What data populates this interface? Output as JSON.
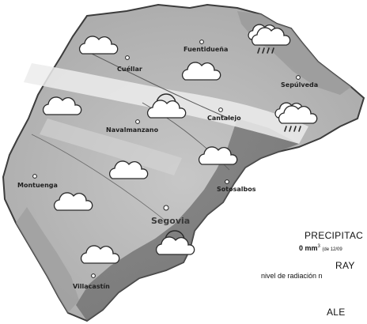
{
  "towns": {
    "cuellar": "Cuéllar",
    "fuentiduena": "Fuentidueña",
    "sepulveda": "Sepúlveda",
    "navalmanzano": "Navalmanzano",
    "cantalejo": "Cantalejo",
    "montuenga": "Montuenga",
    "sotosalbos": "Sotosalbos",
    "segovia": "Segovia",
    "villacastin": "Villacastín"
  },
  "weather": [
    {
      "id": "w-cuellar",
      "icon": "cloudy-icon"
    },
    {
      "id": "w-fuentiduena",
      "icon": "cloudy-icon"
    },
    {
      "id": "w-sepulveda-rain",
      "icon": "rain-cloud-icon"
    },
    {
      "id": "w-nw",
      "icon": "cloudy-icon"
    },
    {
      "id": "w-central",
      "icon": "partly-cloudy-icon"
    },
    {
      "id": "w-east-rain",
      "icon": "rain-cloud-icon"
    },
    {
      "id": "w-sotosalbos",
      "icon": "cloudy-icon"
    },
    {
      "id": "w-center",
      "icon": "cloudy-icon"
    },
    {
      "id": "w-montuenga",
      "icon": "cloudy-icon"
    },
    {
      "id": "w-villacastin",
      "icon": "cloudy-icon"
    },
    {
      "id": "w-south",
      "icon": "partly-cloudy-icon"
    }
  ],
  "legend": {
    "precip_title": "PRECIPITAC",
    "precip_value": "0 mm",
    "precip_sup": "3",
    "precip_note": "(de 12/09",
    "ray_title": "RAY",
    "ray_sub": "nivel de radiación n",
    "ale_title": "ALE"
  },
  "colors": {
    "map_fill": "#bcbcbc",
    "terrain_dark": "#8a8a8a",
    "border": "#3c3c3c",
    "icon_fill": "#ffffff",
    "icon_stroke": "#2a2a2a"
  }
}
